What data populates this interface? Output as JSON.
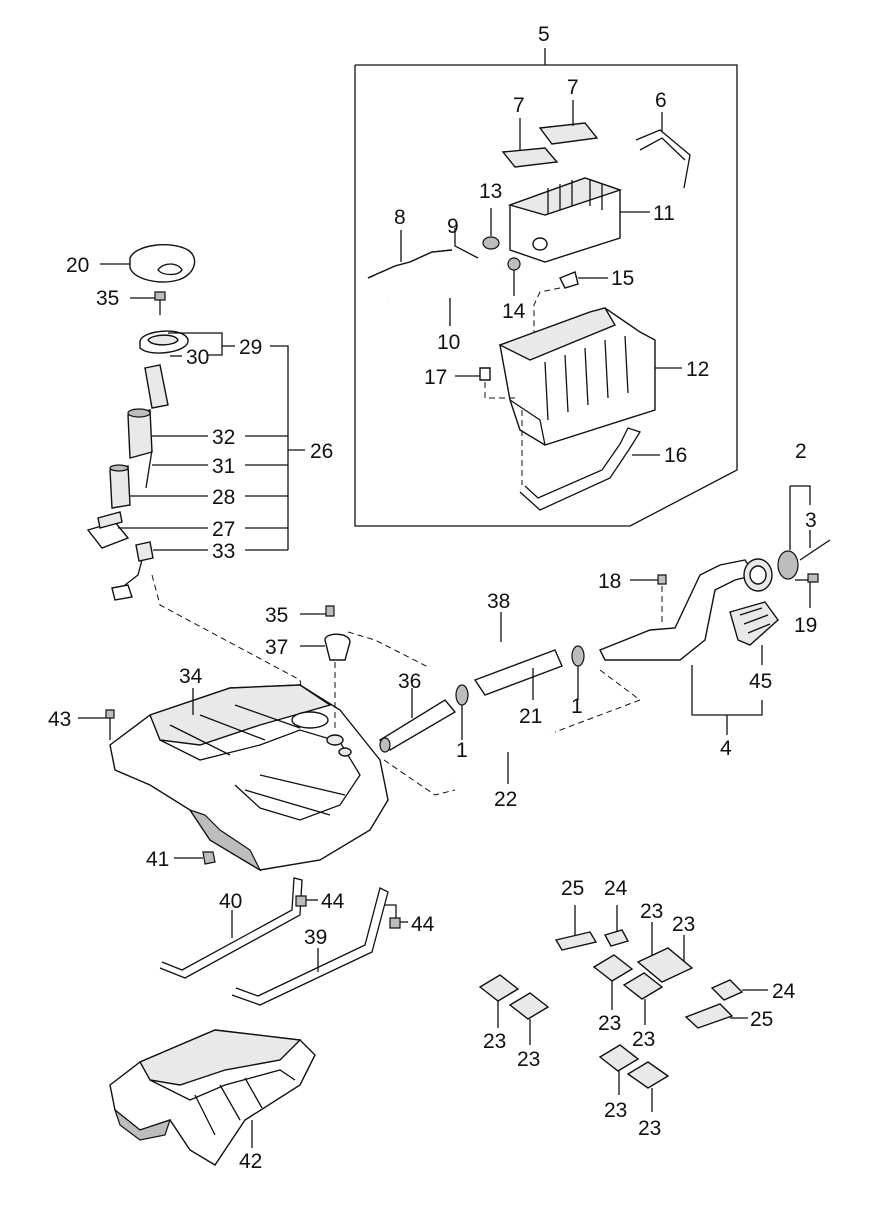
{
  "labels": {
    "l1a": "1",
    "l1b": "1",
    "l2": "2",
    "l3": "3",
    "l4": "4",
    "l5": "5",
    "l6": "6",
    "l7a": "7",
    "l7b": "7",
    "l8": "8",
    "l9": "9",
    "l10": "10",
    "l11": "11",
    "l12": "12",
    "l13": "13",
    "l14": "14",
    "l15": "15",
    "l16": "16",
    "l17": "17",
    "l18": "18",
    "l19": "19",
    "l20": "20",
    "l21": "21",
    "l22": "22",
    "l23a": "23",
    "l23b": "23",
    "l23c": "23",
    "l23d": "23",
    "l23e": "23",
    "l23f": "23",
    "l23g": "23",
    "l23h": "23",
    "l24a": "24",
    "l24b": "24",
    "l25a": "25",
    "l25b": "25",
    "l26": "26",
    "l27": "27",
    "l28": "28",
    "l29": "29",
    "l30": "30",
    "l31": "31",
    "l32": "32",
    "l33": "33",
    "l34": "34",
    "l35a": "35",
    "l35b": "35",
    "l36": "36",
    "l37": "37",
    "l38": "38",
    "l39": "39",
    "l40": "40",
    "l41": "41",
    "l42": "42",
    "l43": "43",
    "l44a": "44",
    "l44b": "44",
    "l45": "45"
  }
}
